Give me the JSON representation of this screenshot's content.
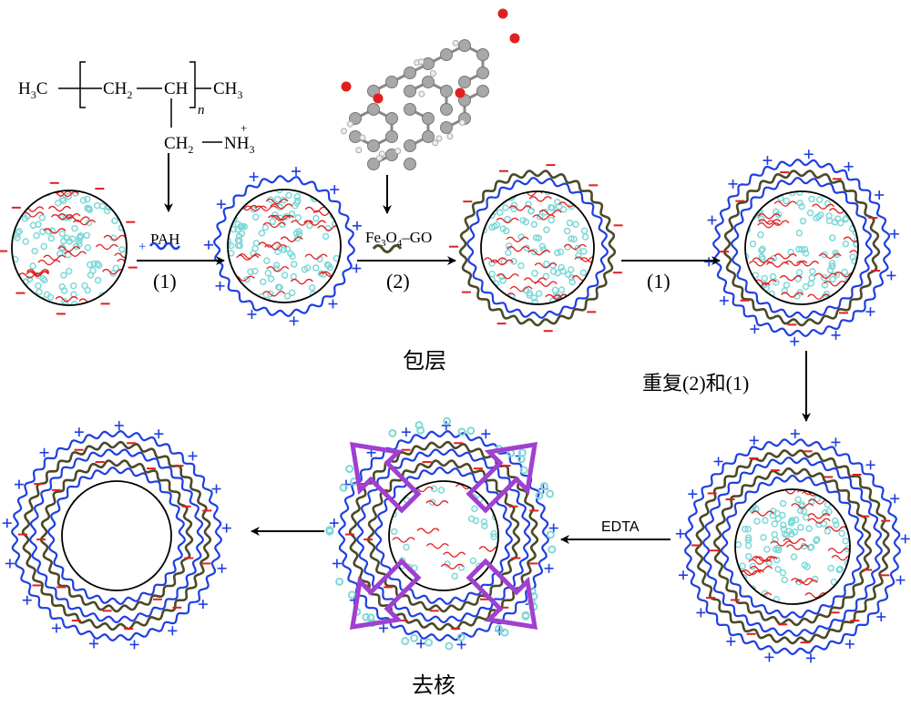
{
  "formula": {
    "h3c": "H",
    "sub3a": "3",
    "c1": "C",
    "ch2": "CH",
    "sub2a": "2",
    "ch": "CH",
    "n": "n",
    "ch3": "CH",
    "sub3b": "3",
    "ch2b": "CH",
    "sub2b": "2",
    "nh3": "NH",
    "sub3c": "3",
    "plus": "+"
  },
  "labels": {
    "pah": "PAH",
    "step1a": "(1)",
    "fe": "Fe",
    "fe_sub3": "3",
    "o": "O",
    "o_sub4": "4",
    "go": "–GO",
    "step2": "(2)",
    "step1b": "(1)",
    "coating": "包层",
    "repeat": "重复(2)和(1)",
    "edta": "EDTA",
    "core_removal": "去核"
  },
  "colors": {
    "pah": "#1f3fe0",
    "go": "#4a4a2a",
    "core_red": "#e02020",
    "core_cyan": "#7fd8d8",
    "arrow_purple": "#a040d0",
    "minus": "#e02020"
  }
}
